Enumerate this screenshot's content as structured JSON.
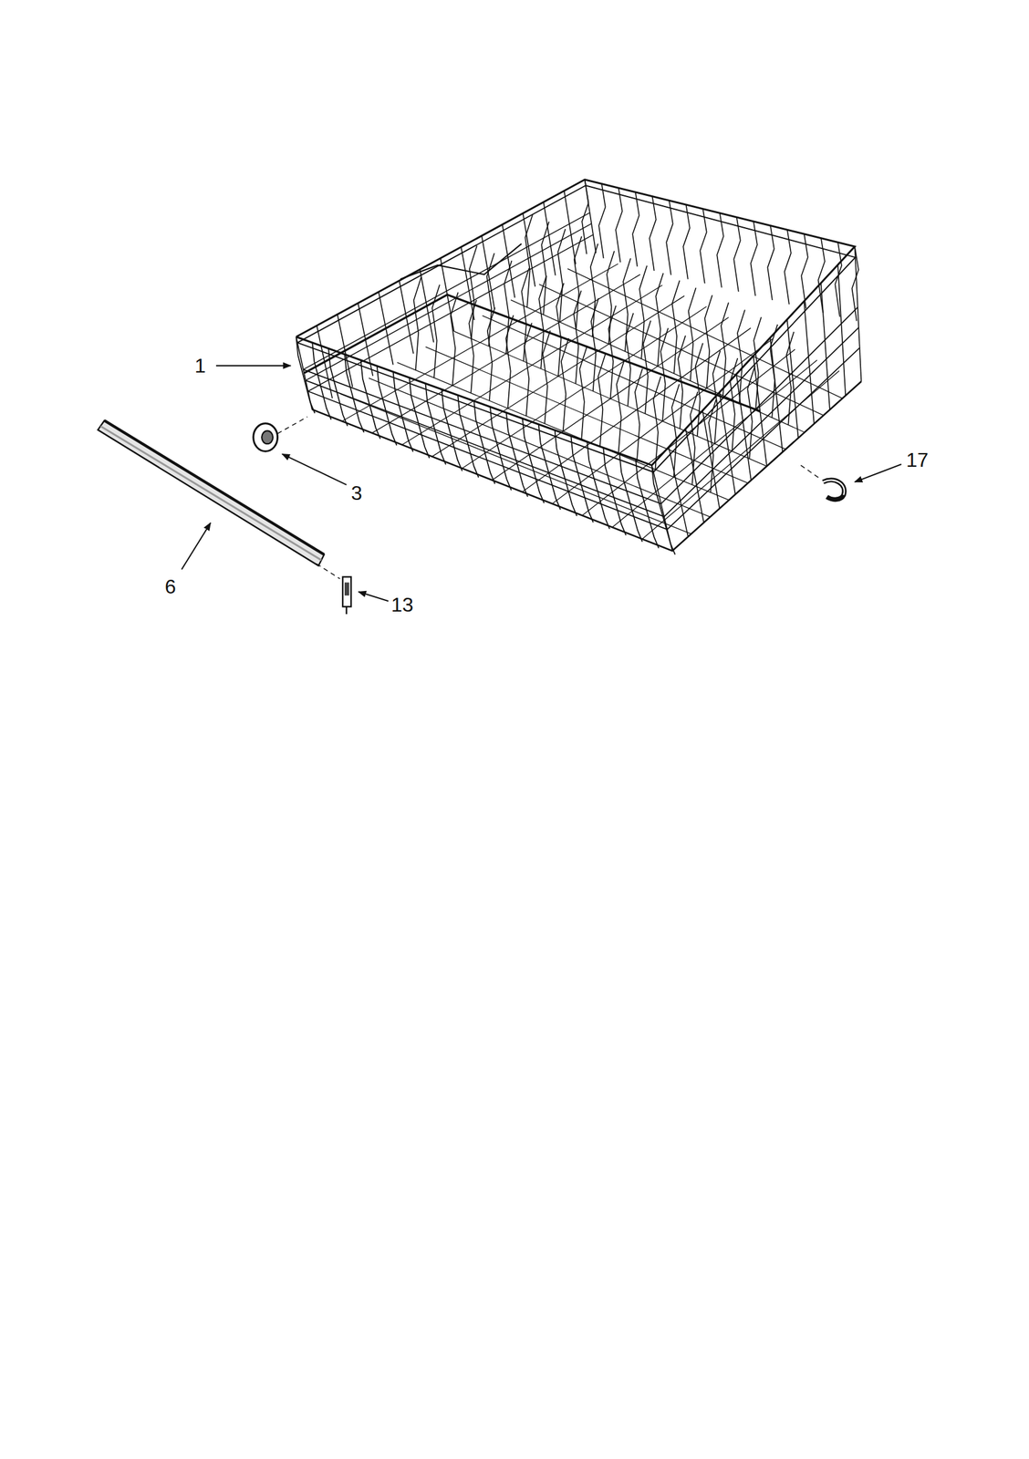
{
  "diagram": {
    "labels": [
      "1",
      "3",
      "6",
      "13",
      "17"
    ]
  }
}
